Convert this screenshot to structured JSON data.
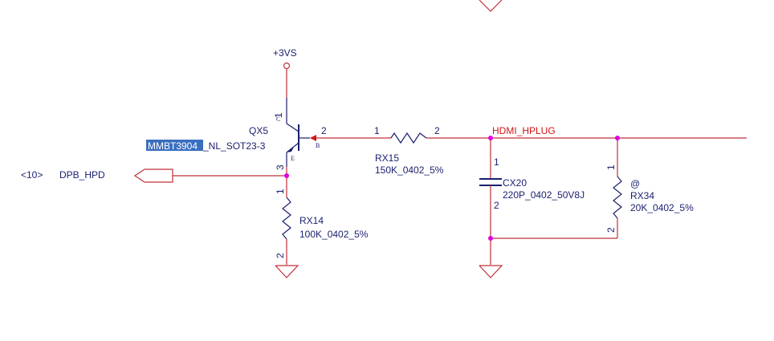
{
  "power": {
    "label": "+3VS"
  },
  "transistor": {
    "ref": "QX5",
    "part_highlight": "MMBT3904",
    "part_suffix": "_NL_SOT23-3",
    "pin_c": "C",
    "pin_b": "B",
    "pin_e": "E",
    "pin1": "1",
    "pin2": "2",
    "pin3": "3"
  },
  "connector": {
    "sheet_ref": "<10>",
    "net": "DPB_HPD"
  },
  "rx14": {
    "ref": "RX14",
    "value": "100K_0402_5%",
    "pin1": "1",
    "pin2": "2"
  },
  "rx15": {
    "ref": "RX15",
    "value": "150K_0402_5%",
    "pin1": "1",
    "pin2": "2"
  },
  "cx20": {
    "ref": "CX20",
    "value": "220P_0402_50V8J",
    "pin1": "1",
    "pin2": "2"
  },
  "rx34": {
    "ref": "RX34",
    "value": "20K_0402_5%",
    "mark": "@",
    "pin1": "1",
    "pin2": "2"
  },
  "net_label": "HDMI_HPLUG",
  "colors": {
    "wire": "#c0303a",
    "component": "#1a1f6e",
    "junction": "#e000e0",
    "net_text": "#d21414",
    "highlight": "#3a6fc0"
  }
}
